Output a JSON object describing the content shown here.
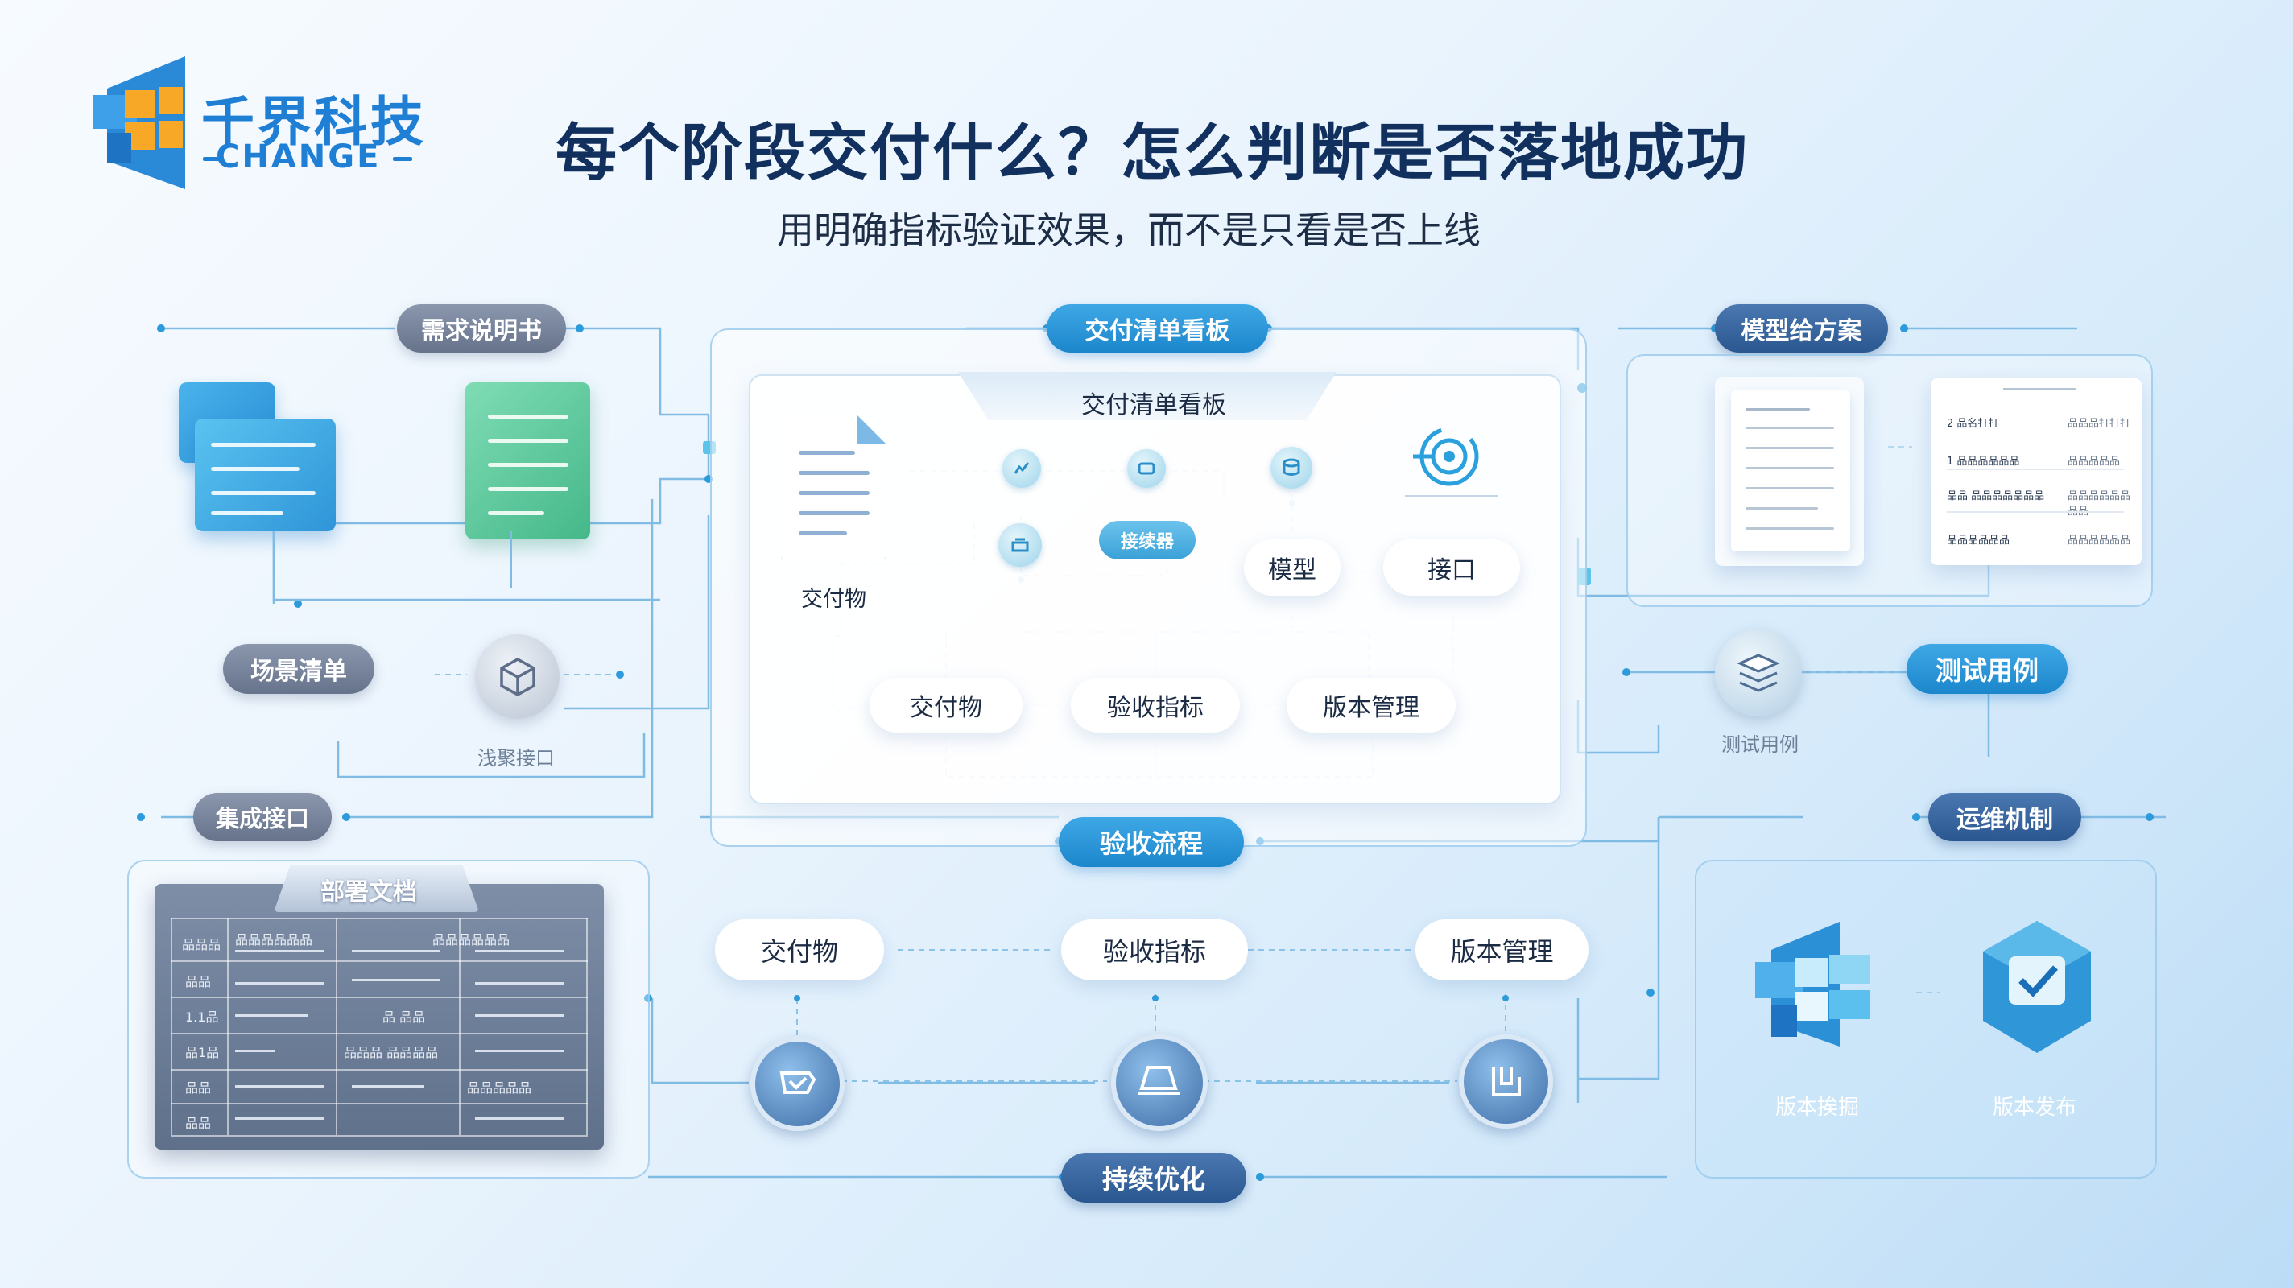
{
  "title": "每个阶段交付什么？怎么判断是否落地成功",
  "subtitle": "用明确指标验证效果，而不是只看是否上线",
  "logo": {
    "cn": "千界科技",
    "en": "CHANGE"
  },
  "tags": {
    "requirements": "需求说明书",
    "board": "交付清单看板",
    "model": "模型给方案",
    "scenario": "场景清单",
    "test": "测试用例",
    "integration": "集成接口",
    "ops": "运维机制",
    "deploy": "部署文档",
    "acceptance": "验收流程",
    "optimize": "持续优化"
  },
  "board": {
    "inner_title": "交付清单看板",
    "doc_label": "交付物",
    "mid_tag": "接续器",
    "model": "模型",
    "api": "接口",
    "bottom_nodes": [
      "交付物",
      "验收指标",
      "版本管理"
    ]
  },
  "scenario_caption": "浅聚接口",
  "test_caption": "测试用例",
  "flow_nodes": [
    "交付物",
    "验收指标",
    "版本管理"
  ],
  "ops_captions": [
    "版本挨掘",
    "版本发布"
  ],
  "model_doc_rows": [
    {
      "left": "2 品名打打",
      "right": "品品品打打打"
    },
    {
      "left": "1 品品品品品品",
      "right": "品品品品品"
    },
    {
      "left": "品品 品品品品品品品",
      "right": "品品品品品品品品"
    },
    {
      "left": "品品品品品品",
      "right": "品品品品品品"
    }
  ],
  "deploy_table": {
    "headers": [
      "品品品",
      "品品品品品品",
      "品品品品品品"
    ],
    "rows": [
      [
        "品品",
        "",
        ""
      ],
      [
        "1.1品",
        "",
        "品 品品"
      ],
      [
        "品1品",
        "品品品 品品品品",
        ""
      ],
      [
        "品品",
        "",
        "品品品品品"
      ],
      [
        "品品",
        "",
        ""
      ]
    ]
  },
  "colors": {
    "title": "#12305e",
    "accent": "#1f7fd4",
    "blue_pill": "#1c86cc",
    "gray_pill": "#66738b"
  }
}
